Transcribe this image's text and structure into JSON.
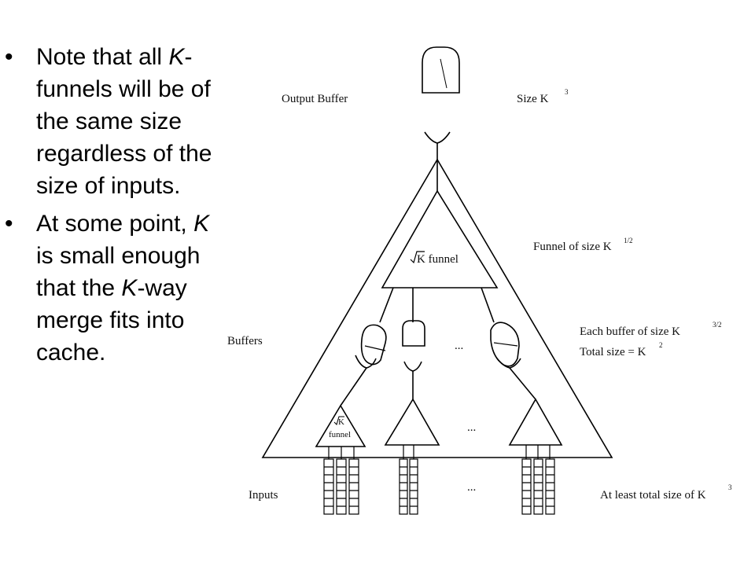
{
  "bullets": [
    {
      "parts": [
        {
          "text": "Note that all ",
          "italic": false
        },
        {
          "text": "K",
          "italic": true
        },
        {
          "text": "-funnels will be of the same size regardless of the size of inputs.",
          "italic": false
        }
      ]
    },
    {
      "parts": [
        {
          "text": "At some point, ",
          "italic": false
        },
        {
          "text": "K",
          "italic": true
        },
        {
          "text": " is small enough that the ",
          "italic": false
        },
        {
          "text": "K",
          "italic": true
        },
        {
          "text": "-way merge fits into cache.",
          "italic": false
        }
      ]
    }
  ],
  "bullet_glyph": "•",
  "diagram": {
    "output_buffer_label": "Output Buffer",
    "size_label": "Size  K",
    "size_exp": "3",
    "funnel_inner_label": "K  funnel",
    "funnel_size_label": "Funnel of size K",
    "funnel_size_exp": "1/2",
    "buffers_label": "Buffers",
    "each_buffer_label": "Each buffer of size K",
    "each_buffer_exp": "3/2",
    "total_size_label": "Total size = K",
    "total_size_exp": "2",
    "small_funnel_k": "K",
    "small_funnel_word": "funnel",
    "ellipsis": "...",
    "inputs_label": "Inputs",
    "at_least_label": "At least total size of K",
    "at_least_exp": "3"
  }
}
